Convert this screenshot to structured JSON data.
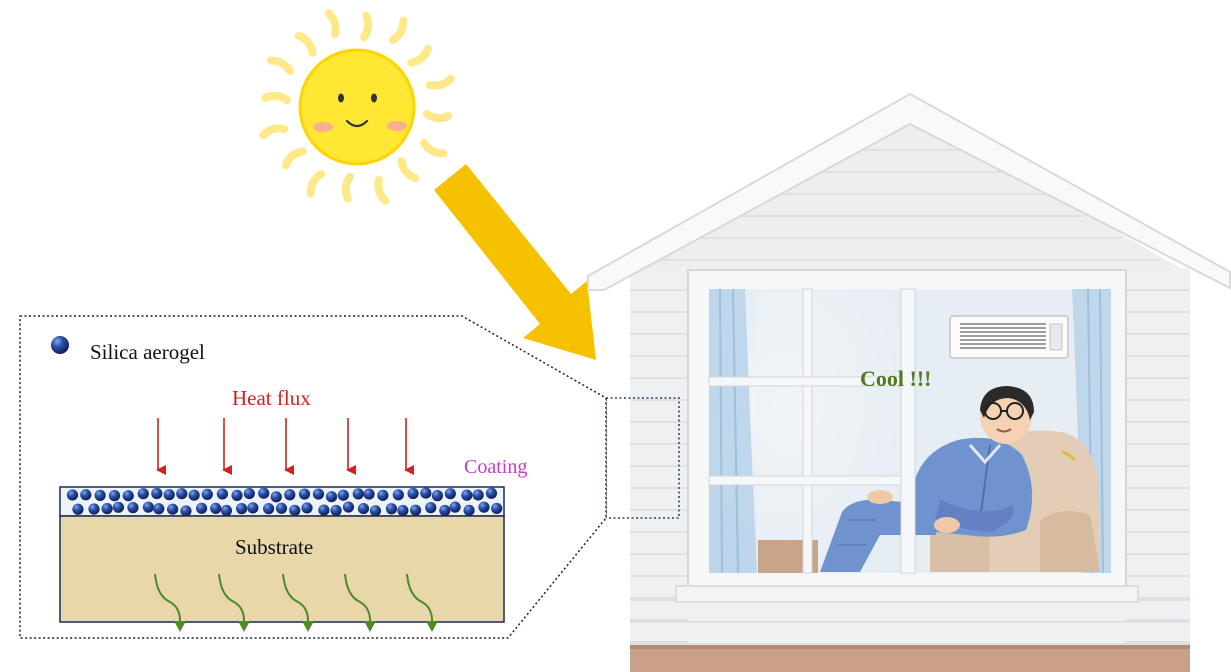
{
  "legend": {
    "label": "Silica aerogel",
    "particle_color": "#1f3f8c"
  },
  "heat_flux": {
    "label": "Heat flux",
    "color": "#d62020",
    "arrow_count": 5
  },
  "coating": {
    "label": "Coating",
    "color": "#c43ccc"
  },
  "substrate": {
    "label": "Substrate",
    "fill": "#e8d7a9",
    "conduction_arrow_color": "#4e8a2a"
  },
  "occupant": {
    "exclamation": "Cool !!!",
    "exclamation_color": "#4e7a20"
  },
  "colors": {
    "sun": "#ffe733",
    "sun_ray": "#fde98a",
    "sun_arrow": "#f6c200",
    "siding": "#eef0f2",
    "roof_trim": "#f8f8f8",
    "window_glass": "#d9e7f2",
    "curtain": "#b9d4ea",
    "shirt": "#6f93cf",
    "chair": "#e3cdb6"
  }
}
